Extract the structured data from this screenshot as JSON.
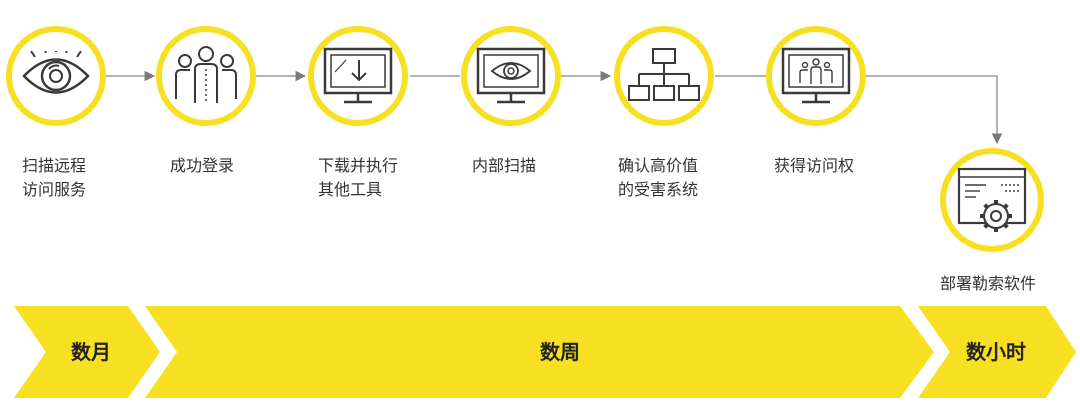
{
  "steps": [
    {
      "line1": "扫描远程",
      "line2": "访问服务",
      "icon": "eye-icon"
    },
    {
      "line1": "成功登录",
      "line2": "",
      "icon": "people-group-icon"
    },
    {
      "line1": "下载并执行",
      "line2": "其他工具",
      "icon": "monitor-download-icon"
    },
    {
      "line1": "内部扫描",
      "line2": "",
      "icon": "monitor-eye-icon"
    },
    {
      "line1": "确认高价值",
      "line2": "的受害系统",
      "icon": "network-hierarchy-icon"
    },
    {
      "line1": "获得访问权",
      "line2": "",
      "icon": "monitor-people-icon"
    }
  ],
  "final_step": {
    "label": "部署勒索软件",
    "icon": "window-gear-icon"
  },
  "phases": [
    {
      "label": "数月"
    },
    {
      "label": "数周"
    },
    {
      "label": "数小时"
    }
  ],
  "colors": {
    "accent": "#f7e021",
    "line": "#9a9a9a",
    "icon": "#3a3a3a",
    "text": "#333333"
  }
}
